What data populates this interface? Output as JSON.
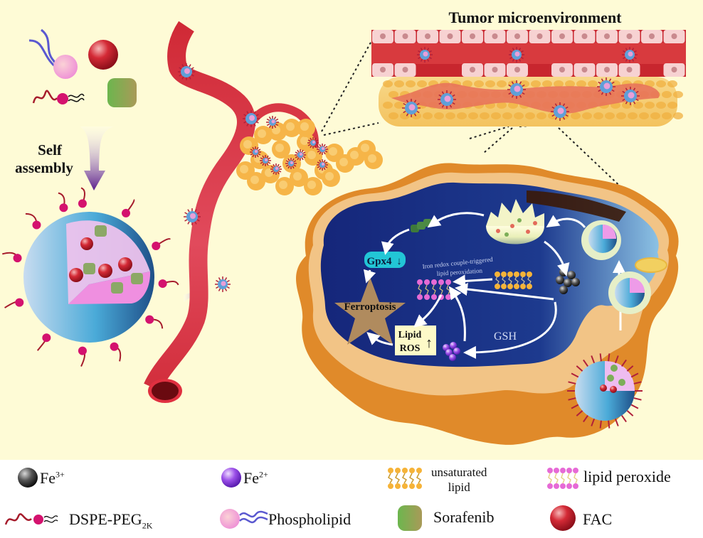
{
  "figure": {
    "title": "Tumor microenvironment",
    "self_assembly_label": [
      "Self",
      "assembly"
    ],
    "cell": {
      "gpx4_label": "Gpx4",
      "gpx4_arrow": "↓",
      "annotation_line1": "Iron redox couple-triggered",
      "annotation_line2": "lipid peroxidation",
      "ferroptosis_label": "Ferroptosis",
      "lipid_ros_line1": "Lipid",
      "lipid_ros_line2": "ROS",
      "lipid_ros_arrow": "↑",
      "gsh_label": "GSH"
    },
    "colors": {
      "background": "#fefbd6",
      "legend_background": "#ffffff",
      "vessel_red": "#d6303a",
      "cytoplasm_blue": "#1b2f80",
      "membrane_tan": "#f2c486",
      "membrane_orange": "#e08a2a",
      "gpx4_teal": "#22c6d6",
      "ferroptosis_star": "#b08b5e",
      "arrow_purple": "#5b1f8c",
      "nanoparticle_blue": "#59a8d8",
      "peg_magenta": "#d4126e",
      "fac_red": "#c8202e",
      "sorafenib_green": "#7cae58"
    }
  },
  "legend": {
    "items": [
      {
        "id": "fe3",
        "label": "Fe",
        "sup": "3+",
        "icon": "black-sphere-icon"
      },
      {
        "id": "fe2",
        "label": "Fe",
        "sup": "2+",
        "icon": "purple-sphere-icon"
      },
      {
        "id": "unsat",
        "label_line1": "unsaturated",
        "label_line2": "lipid",
        "icon": "unsaturated-lipid-icon"
      },
      {
        "id": "perox",
        "label": "lipid peroxide",
        "icon": "lipid-peroxide-icon"
      },
      {
        "id": "dspe",
        "label": "DSPE-PEG",
        "sub": "2K",
        "icon": "dspe-peg-icon"
      },
      {
        "id": "phospho",
        "label": "Phospholipid",
        "icon": "phospholipid-icon"
      },
      {
        "id": "sora",
        "label": "Sorafenib",
        "icon": "sorafenib-icon"
      },
      {
        "id": "fac",
        "label": "FAC",
        "icon": "fac-sphere-icon"
      }
    ]
  }
}
